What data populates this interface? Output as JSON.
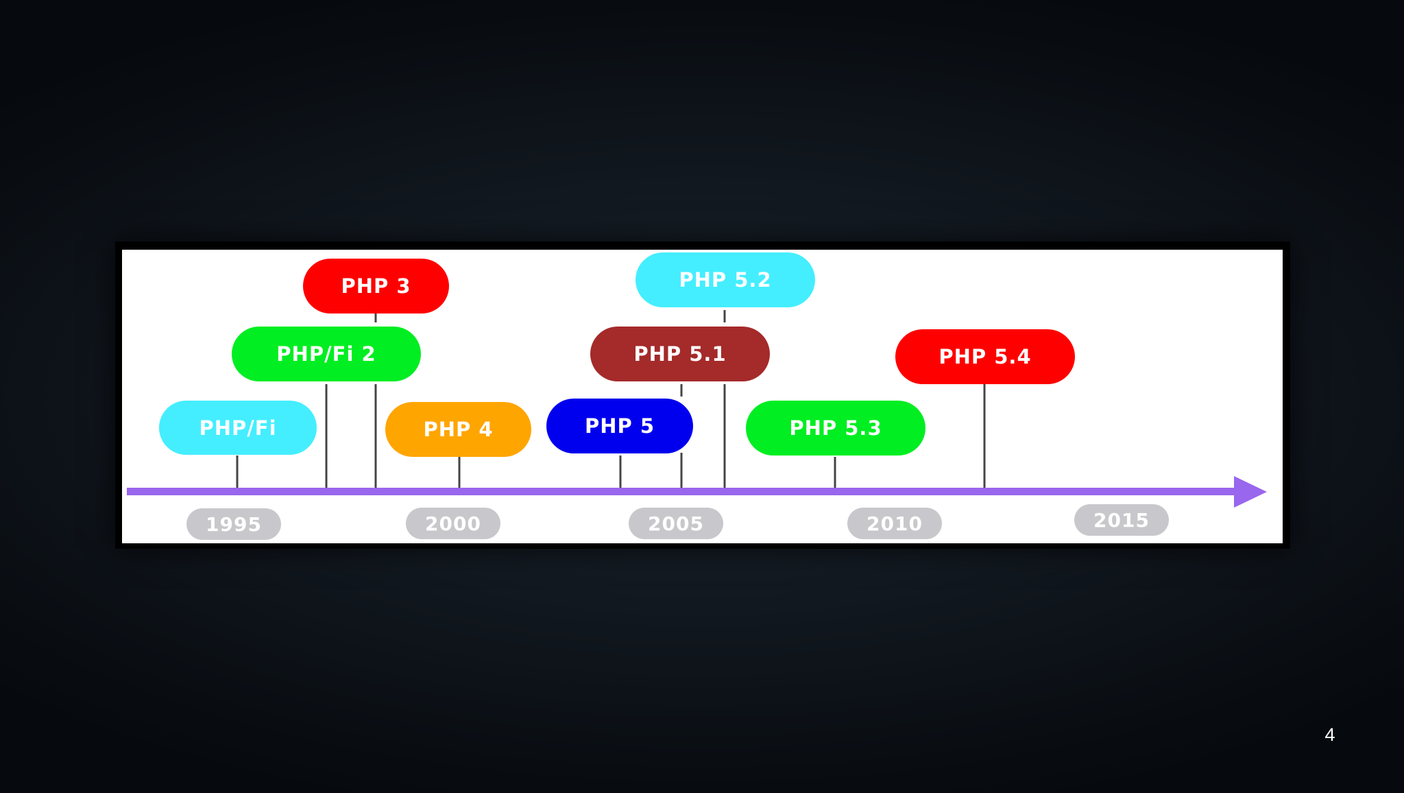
{
  "slide": {
    "page_number": "4"
  },
  "timeline": {
    "arrow_color": "#9966ee",
    "releases": [
      {
        "label": "PHP/Fi",
        "color": "#44eeff"
      },
      {
        "label": "PHP/Fi 2",
        "color": "#00ee22"
      },
      {
        "label": "PHP 3",
        "color": "#ff0000"
      },
      {
        "label": "PHP 4",
        "color": "#ffa500"
      },
      {
        "label": "PHP 5",
        "color": "#0000ee"
      },
      {
        "label": "PHP 5.1",
        "color": "#a52a2a"
      },
      {
        "label": "PHP 5.2",
        "color": "#44eeff"
      },
      {
        "label": "PHP 5.3",
        "color": "#00ee22"
      },
      {
        "label": "PHP 5.4",
        "color": "#ff0000"
      }
    ],
    "years": [
      "1995",
      "2000",
      "2005",
      "2010",
      "2015"
    ]
  }
}
